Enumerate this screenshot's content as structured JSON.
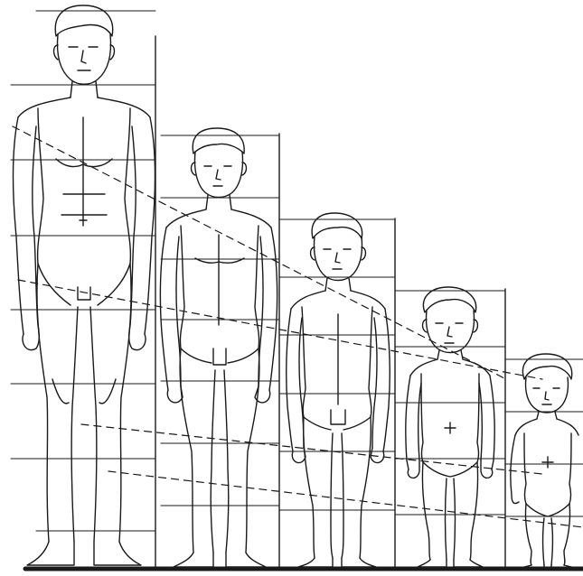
{
  "figures": [
    {
      "id": "adult",
      "heads_tall": 8
    },
    {
      "id": "youth",
      "heads_tall": 7
    },
    {
      "id": "child",
      "heads_tall": 6
    },
    {
      "id": "toddler",
      "heads_tall": 5
    },
    {
      "id": "infant",
      "heads_tall": 4
    }
  ],
  "colors": {
    "ink": "#1a1a1a",
    "paper": "#ffffff"
  }
}
